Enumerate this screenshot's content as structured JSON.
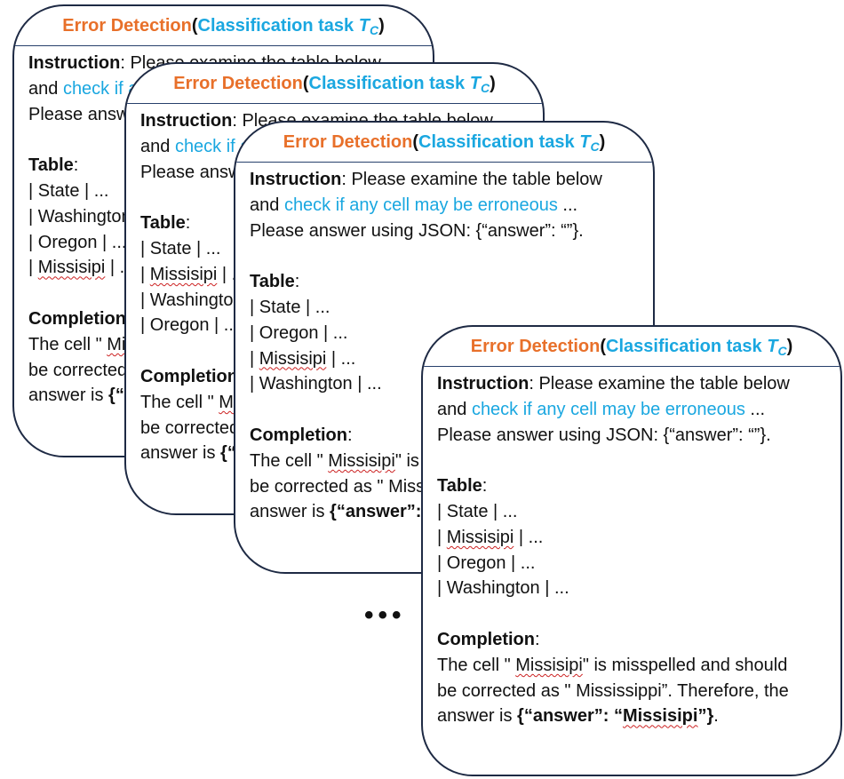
{
  "card": {
    "title_label": "Error Detection",
    "title_open": "(",
    "task_label": "Classification task ",
    "task_var": "T",
    "task_sub": "C",
    "title_close": ")",
    "instruction_label": "Instruction",
    "instruction_colon": ": ",
    "instruction_text": "Please examine the table below",
    "instruction_and": "and ",
    "instruction_highlight": "check if any cell may be erroneous",
    "instruction_ellipsis": " ...",
    "instruction_answer": "Please answer using JSON: {“answer”: “”}.",
    "table_label": "Table",
    "table_colon": ":",
    "completion_label": "Completion",
    "completion_colon": ":"
  },
  "cards": [
    {
      "rows": [
        {
          "cell": "State",
          "suffix": " | ..."
        },
        {
          "cell": "Washington",
          "suffix": " | ..."
        },
        {
          "cell": "Oregon",
          "suffix": " | ..."
        },
        {
          "cell": "Missisipi",
          "suffix": " | ..."
        }
      ]
    },
    {
      "rows": [
        {
          "cell": "State",
          "suffix": " | ..."
        },
        {
          "cell": "Missisipi",
          "suffix": " | ..."
        },
        {
          "cell": "Washington",
          "suffix": " | ..."
        },
        {
          "cell": "Oregon",
          "suffix": " | ..."
        }
      ]
    },
    {
      "rows": [
        {
          "cell": "State",
          "suffix": " | ..."
        },
        {
          "cell": "Oregon",
          "suffix": " | ..."
        },
        {
          "cell": "Missisipi",
          "suffix": " | ..."
        },
        {
          "cell": "Washington",
          "suffix": " | ..."
        }
      ]
    },
    {
      "rows": [
        {
          "cell": "State",
          "suffix": " | ..."
        },
        {
          "cell": "Missisipi",
          "suffix": " | ..."
        },
        {
          "cell": "Oregon",
          "suffix": " | ..."
        },
        {
          "cell": "Washington",
          "suffix": " | ..."
        }
      ]
    }
  ],
  "completion": {
    "l1_pre": "The cell \" ",
    "l1_err": "Missisipi",
    "l1_post": "\" is misspelled and should",
    "l2": "be corrected as \" Mississippi”. Therefore, the",
    "l3_pre": "answer is ",
    "l3_bold_pre": "{“answer”: “",
    "l3_bold_err": "Missisipi",
    "l3_bold_post": "”}",
    "l3_end": "."
  },
  "ellipsis": "•••",
  "colors": {
    "title_orange": "#e8702a",
    "highlight_blue": "#1aa7e0",
    "border_navy": "#1e2a44",
    "spell_underline": "#cc2222"
  }
}
